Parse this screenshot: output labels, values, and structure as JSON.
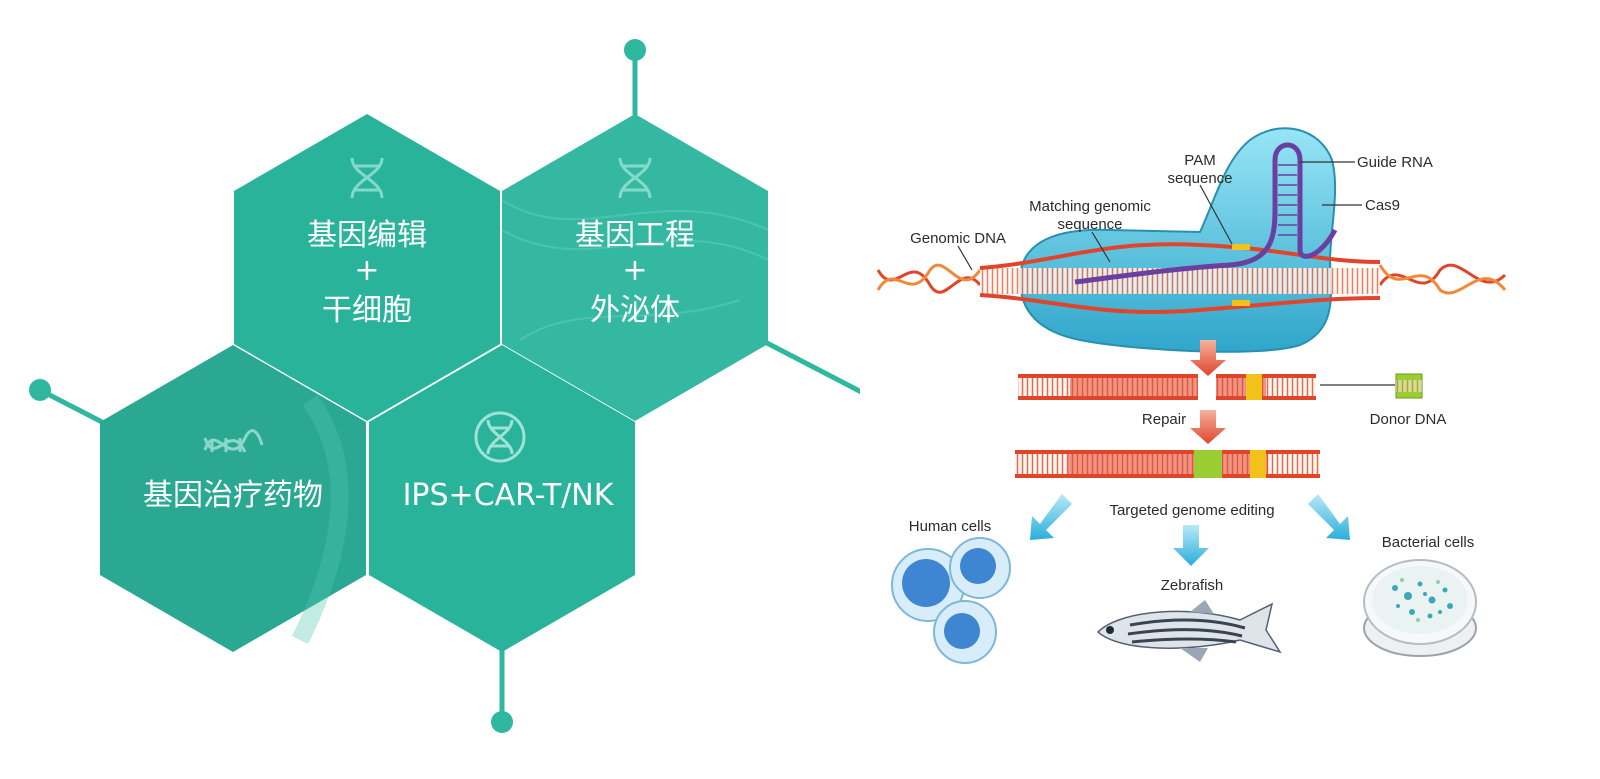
{
  "hexagons": [
    {
      "label_lines": [
        "基因编辑",
        "+",
        "干细胞"
      ],
      "icon": "dna-strand-icon"
    },
    {
      "label_lines": [
        "基因工程",
        "+",
        "外泌体"
      ],
      "icon": "dna-strand-icon"
    },
    {
      "label_lines": [
        "基因治疗药物"
      ],
      "icon": "dna-helix-icon"
    },
    {
      "label_lines": [
        "IPS+CAR-T/NK"
      ],
      "icon": "dna-circle-icon"
    }
  ],
  "colors": {
    "hex_teal": "#27b59b",
    "hex_teal_dark": "#1e9e88",
    "connector": "#2fb7a0",
    "dna_red": "#e0452c",
    "dna_orange": "#f08a3a",
    "cas9_blue": "#3fc2e0",
    "pam_yellow": "#f2c21b",
    "donor_green": "#9acd32",
    "guide_purple": "#6a3fa0",
    "arrow_red": "#e96b50",
    "arrow_blue": "#47bde0"
  },
  "diagram": {
    "labels": {
      "pam": [
        "PAM",
        "sequence"
      ],
      "guide_rna": "Guide RNA",
      "cas9": "Cas9",
      "matching": [
        "Matching genomic",
        "sequence"
      ],
      "genomic_dna": "Genomic DNA",
      "repair": "Repair",
      "donor_dna": "Donor DNA",
      "targeted": "Targeted genome editing",
      "human_cells": "Human cells",
      "zebrafish": "Zebrafish",
      "bacterial_cells": "Bacterial cells"
    }
  }
}
